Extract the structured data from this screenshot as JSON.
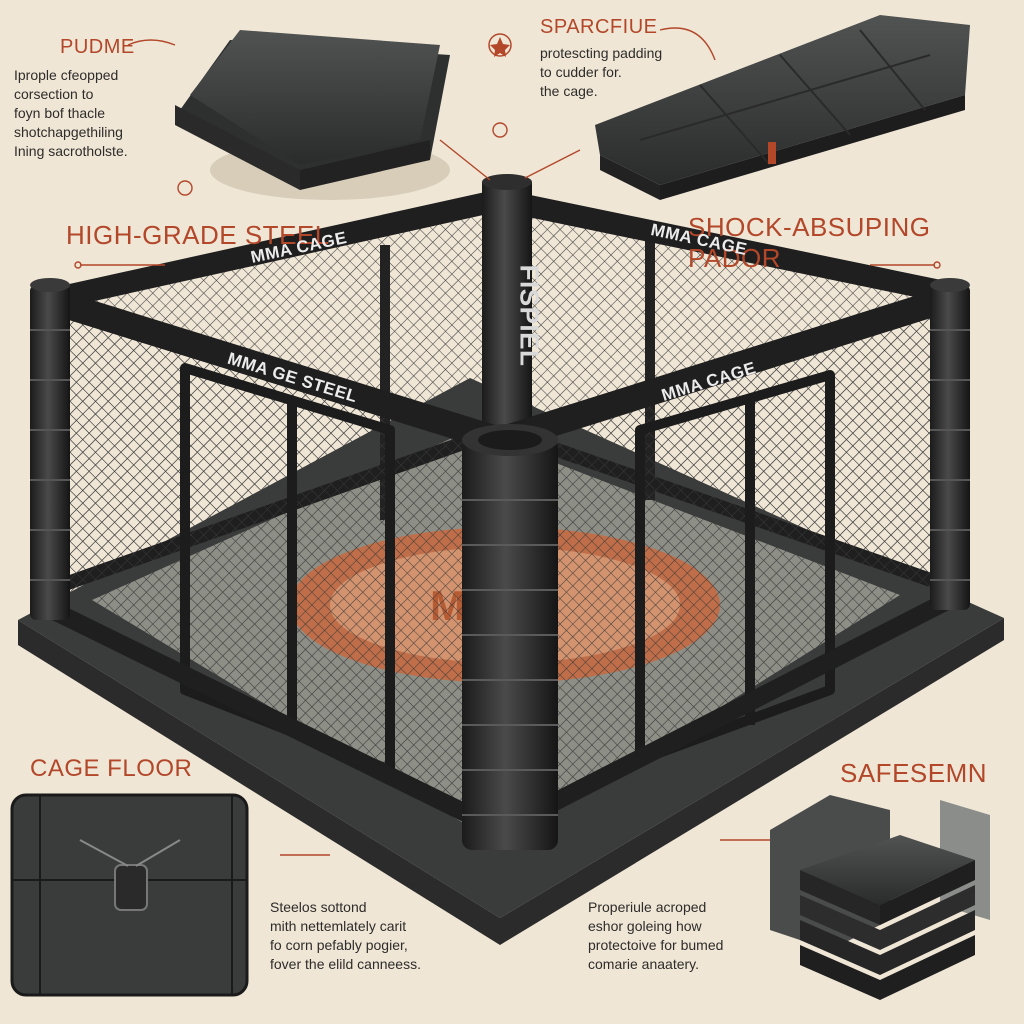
{
  "callouts": {
    "padding": {
      "heading": "PUDME",
      "body": "Iprople cfeopped\ncorsection to\nfoyn bof thacle\nshotchapgethiling\nIning sacrotholste."
    },
    "sparcfiue": {
      "heading": "SPARCFIUE",
      "body": "protescting padding\nto cudder for.\nthe cage."
    },
    "steel": {
      "heading": "HIGH-GRADE STEEL"
    },
    "shock": {
      "heading": "SHOCK-ABSUPING PADOR"
    },
    "floor": {
      "heading": "CAGE FLOOR",
      "body": "Steelos sottond\nmith nettemlately carit\nfo corn pefably pogier,\nfover the elild canneess."
    },
    "safety": {
      "heading": "SAFESEMN",
      "body": "Properiule acroped\neshor goleing how\nprotectoive for bumed\ncomarie anaatery."
    }
  },
  "cage_labels": {
    "back_left_rail": "MMA CAGE",
    "back_right_rail": "MMA CAGE",
    "front_left_rail": "MMA GE STEEL",
    "front_right_rail": "MMA CAGE",
    "post_text": "FISPIEL"
  },
  "colors": {
    "background": "#efe6d6",
    "accent": "#b3472a",
    "frame": "#262626",
    "mat": "#3d3f3f",
    "floor_logo": "#c8683e"
  }
}
